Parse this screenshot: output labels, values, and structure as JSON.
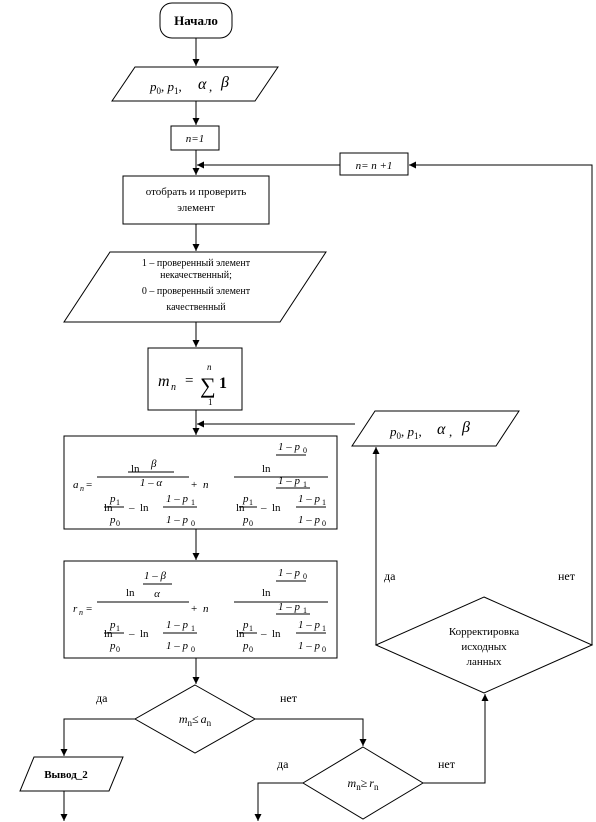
{
  "start": "Начало",
  "inputs_top": {
    "p0": "p",
    "p0_sub": "0",
    "p1": "p",
    "p1_sub": "1",
    "alpha": "α",
    "beta": "β"
  },
  "init": "n=1",
  "increment": "n= n +1",
  "select": {
    "line1": "отобрать и проверить",
    "line2": "элемент"
  },
  "result_note": {
    "line1": "1 – проверенный элемент",
    "line2": "некачественный;",
    "line3": "0 – проверенный элемент",
    "line4": "качественный"
  },
  "sum": {
    "lhs": "m",
    "lhs_sub": "n",
    "eq": "=",
    "upper": "n",
    "sigma": "∑",
    "lower": "1",
    "body": "1"
  },
  "inputs_right": {
    "p0": "p",
    "p0_sub": "0",
    "p1": "p",
    "p1_sub": "1",
    "alpha": "α",
    "beta": "β"
  },
  "formula_a": {
    "lhs": "a",
    "lhs_sub": "n",
    "eq": "=",
    "ln": "ln",
    "minus": "–",
    "plus": "+",
    "n": "n",
    "num1_top": "β",
    "num1_bot": "1 – α",
    "num2_top": "1 – p",
    "num2_top_sub": "0",
    "num2_bot": "1 – p",
    "num2_bot_sub": "1",
    "den_p1": "p",
    "den_p1_sub": "1",
    "den_p0": "p",
    "den_p0_sub": "0",
    "den2_top": "1 – p",
    "den2_top_sub": "1",
    "den2_bot": "1 – p",
    "den2_bot_sub": "0"
  },
  "formula_r": {
    "lhs": "r",
    "lhs_sub": "n",
    "eq": "=",
    "ln": "ln",
    "minus": "–",
    "plus": "+",
    "n": "n",
    "num1_top": "1 – β",
    "num1_bot": "α",
    "num2_top": "1 – p",
    "num2_top_sub": "0",
    "num2_bot": "1 – p",
    "num2_bot_sub": "1",
    "den_p1": "p",
    "den_p1_sub": "1",
    "den_p0": "p",
    "den_p0_sub": "0",
    "den2_top": "1 – p",
    "den2_top_sub": "1",
    "den2_bot": "1 – p",
    "den2_bot_sub": "0"
  },
  "decision1": {
    "m": "m",
    "m_sub": "n",
    "op": "≤",
    "a": "a",
    "a_sub": "n"
  },
  "decision2": {
    "m": "m",
    "m_sub": "n",
    "op": "≥",
    "r": "r",
    "r_sub": "n"
  },
  "correction": {
    "line1": "Корректировка",
    "line2": "исходных",
    "line3": "ланных"
  },
  "output": "Вывод_2",
  "labels": {
    "yes": "да",
    "no": "нет"
  }
}
